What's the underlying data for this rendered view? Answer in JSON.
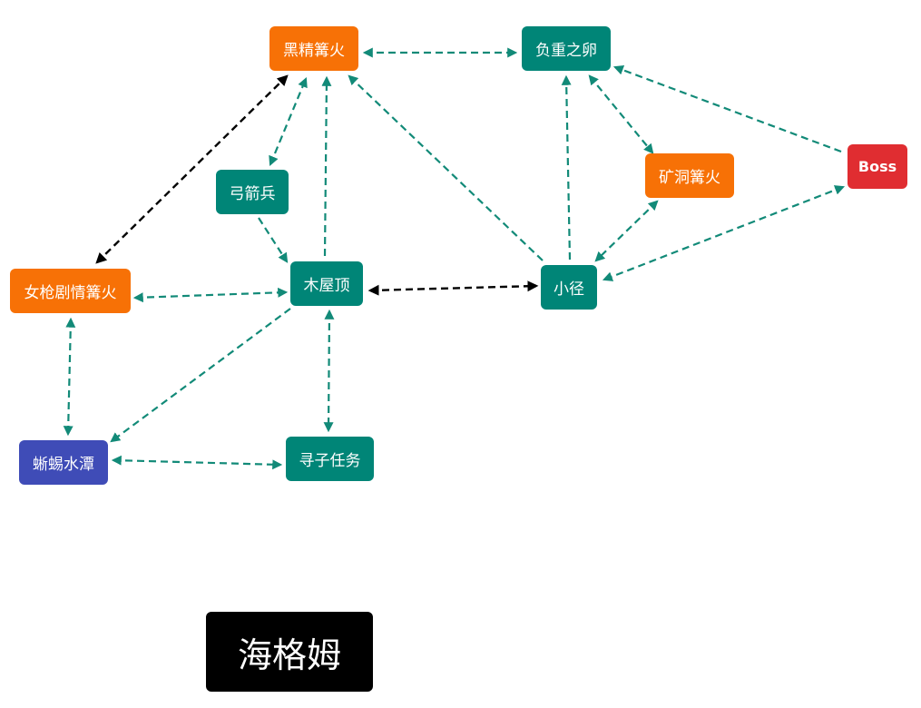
{
  "colors": {
    "bonfire": "#f77106",
    "area": "#008577",
    "special": "#3f4cb7",
    "boss": "#e02d31",
    "edge_default": "#128a78",
    "edge_highlight": "#000000",
    "title_bg": "#000000"
  },
  "title": "海格姆",
  "nodes": [
    {
      "id": "heijing",
      "label": "黑精篝火",
      "kind": "bonfire"
    },
    {
      "id": "fuzhong",
      "label": "负重之卵",
      "kind": "area"
    },
    {
      "id": "gongjianbing",
      "label": "弓箭兵",
      "kind": "area"
    },
    {
      "id": "kuangdong",
      "label": "矿洞篝火",
      "kind": "bonfire"
    },
    {
      "id": "boss",
      "label": "Boss",
      "kind": "boss"
    },
    {
      "id": "nvqiang",
      "label": "女枪剧情篝火",
      "kind": "bonfire"
    },
    {
      "id": "muwuding",
      "label": "木屋顶",
      "kind": "area"
    },
    {
      "id": "xiaojing",
      "label": "小径",
      "kind": "area"
    },
    {
      "id": "xiyi",
      "label": "蜥蜴水潭",
      "kind": "special"
    },
    {
      "id": "xunzi",
      "label": "寻子任务",
      "kind": "area"
    }
  ],
  "edges": [
    {
      "from": "heijing",
      "to": "fuzhong",
      "dir": "both",
      "style": "default"
    },
    {
      "from": "nvqiang",
      "to": "heijing",
      "dir": "both",
      "style": "highlight"
    },
    {
      "from": "gongjianbing",
      "to": "heijing",
      "dir": "both",
      "style": "default"
    },
    {
      "from": "muwuding",
      "to": "heijing",
      "dir": "forward",
      "style": "default"
    },
    {
      "from": "xiaojing",
      "to": "heijing",
      "dir": "forward",
      "style": "default"
    },
    {
      "from": "xiaojing",
      "to": "fuzhong",
      "dir": "forward",
      "style": "default"
    },
    {
      "from": "fuzhong",
      "to": "kuangdong",
      "dir": "both",
      "style": "default"
    },
    {
      "from": "boss",
      "to": "fuzhong",
      "dir": "forward",
      "style": "default"
    },
    {
      "from": "kuangdong",
      "to": "xiaojing",
      "dir": "both",
      "style": "default"
    },
    {
      "from": "xiaojing",
      "to": "boss",
      "dir": "both",
      "style": "default"
    },
    {
      "from": "gongjianbing",
      "to": "muwuding",
      "dir": "forward",
      "style": "default"
    },
    {
      "from": "nvqiang",
      "to": "muwuding",
      "dir": "both",
      "style": "default"
    },
    {
      "from": "muwuding",
      "to": "xiaojing",
      "dir": "both",
      "style": "highlight"
    },
    {
      "from": "nvqiang",
      "to": "xiyi",
      "dir": "both",
      "style": "default"
    },
    {
      "from": "muwuding",
      "to": "xiyi",
      "dir": "forward",
      "style": "default"
    },
    {
      "from": "muwuding",
      "to": "xunzi",
      "dir": "both",
      "style": "default"
    },
    {
      "from": "xiyi",
      "to": "xunzi",
      "dir": "both",
      "style": "default"
    }
  ]
}
